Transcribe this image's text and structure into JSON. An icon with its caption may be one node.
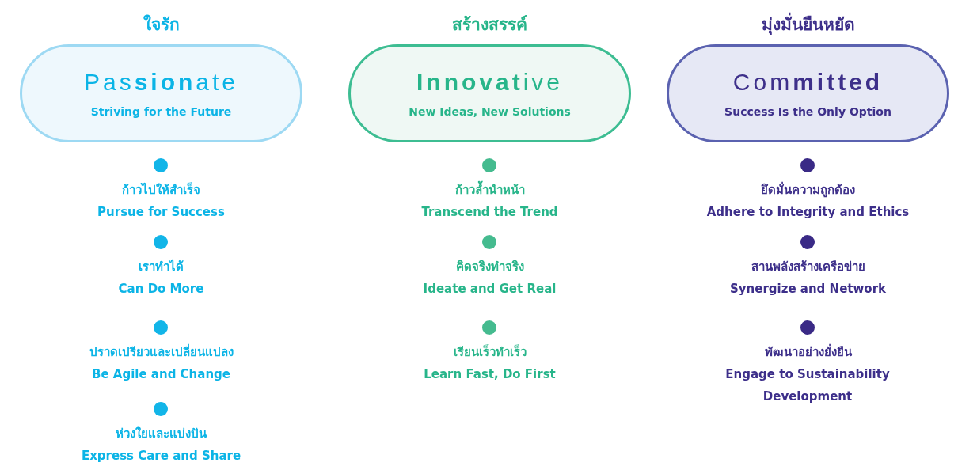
{
  "diagram": {
    "nodes": [
      {
        "text": [
          "ใจรัก",
          "Pas**sion**ate",
          "Striving for the Future"
        ]
      },
      {
        "text": [],
        "shape": "circle",
        "beside": [
          "ก้าวไปให้สำเร็จ",
          "Pursue for Success"
        ]
      },
      {
        "text": [],
        "shape": "circle",
        "beside": [
          "เราทำได้",
          "Can Do More"
        ]
      },
      {
        "text": [],
        "shape": "circle",
        "beside": [
          "ปราดเปรียวและเปลี่ยนแปลง",
          "Be Agile and Change"
        ]
      },
      {
        "text": [],
        "shape": "circle",
        "beside": [
          "ห่วงใยและแบ่งปัน",
          "Express Care and Share"
        ]
      },
      {
        "text": [
          "สร้างสรรค์",
          "**Innovat**ive",
          "New Ideas, New Solutions"
        ]
      },
      {
        "text": [],
        "shape": "circle",
        "beside": [
          "ก้าวล้ำนำหน้า",
          "Transcend the Trend"
        ]
      },
      {
        "text": [],
        "shape": "circle",
        "beside": [
          "คิดจริงทำจริง",
          "Ideate and Get Real"
        ]
      },
      {
        "text": [],
        "shape": "circle",
        "beside": [
          "เรียนเร็วทำเร็ว",
          "Learn Fast, Do First"
        ]
      },
      {
        "text": [
          "มุ่งมั่นยืนหยัด",
          "Com**mitted**",
          "Success Is the Only Option"
        ]
      },
      {
        "text": [],
        "shape": "circle",
        "beside": [
          "ยึดมั่นความถูกต้อง",
          "Adhere to Integrity and Ethics"
        ]
      },
      {
        "text": [],
        "shape": "circle",
        "beside": [
          "สานพลังสร้างเครือข่าย",
          "Synergize and Network"
        ]
      },
      {
        "text": [],
        "shape": "circle",
        "beside": [
          "พัฒนาอย่างยั่งยืน",
          "Engage to Sustainability Development"
        ]
      }
    ]
  }
}
